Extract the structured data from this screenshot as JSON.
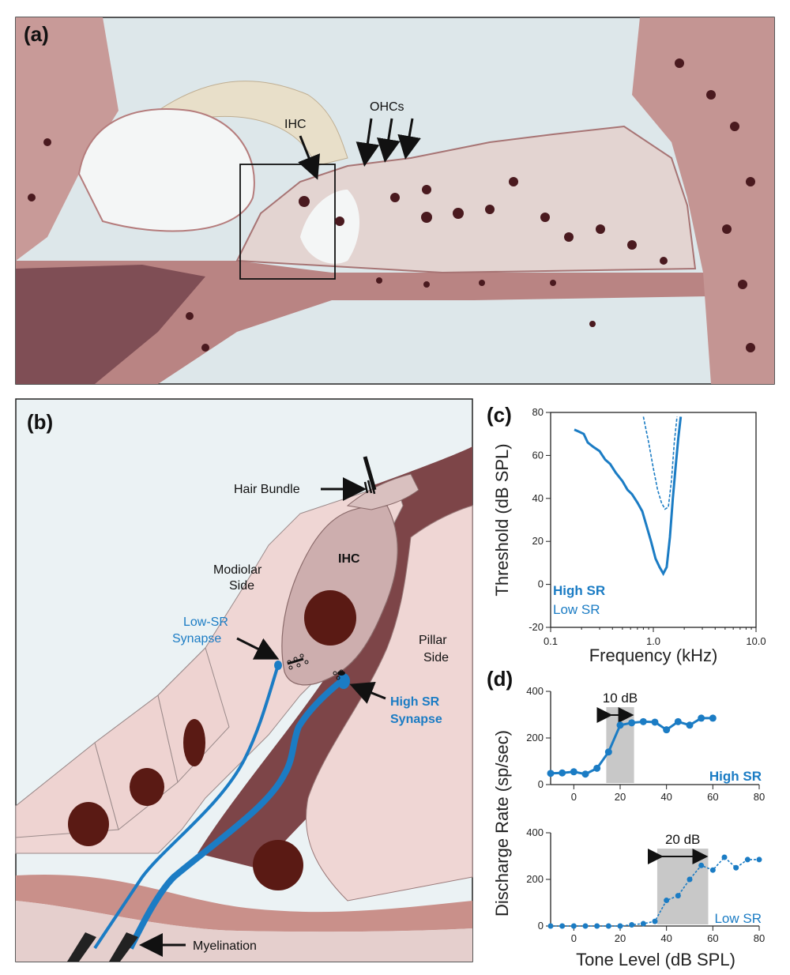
{
  "panel_a": {
    "label": "(a)",
    "ihc_label": "IHC",
    "ohc_label": "OHCs"
  },
  "panel_b": {
    "label": "(b)",
    "hair_bundle": "Hair Bundle",
    "ihc": "IHC",
    "modiolar_side": [
      "Modiolar",
      "Side"
    ],
    "pillar_side": [
      "Pillar",
      "Side"
    ],
    "low_sr_synapse": [
      "Low-SR",
      "Synapse"
    ],
    "high_sr_synapse": [
      "High SR",
      "Synapse"
    ],
    "myelination": "Myelination",
    "colors": {
      "fiber": "#1b7cc4",
      "nucleus": "#5a1a14",
      "pillar": "#7d4548",
      "cell": "#efd6d4",
      "ihc": "#cdaeae"
    }
  },
  "chart_data": [
    {
      "panel": "(c)",
      "type": "line",
      "xscale": "log",
      "xlim": [
        0.1,
        10.0
      ],
      "ylim": [
        -20,
        80
      ],
      "xticks": [
        "0.1",
        "1.0",
        "10.0"
      ],
      "yticks": [
        "-20",
        "0",
        "20",
        "40",
        "60",
        "80"
      ],
      "xlabel": "Frequency (kHz)",
      "ylabel": "Threshold (dB SPL)",
      "series": [
        {
          "name": "High SR",
          "style": "solid",
          "color": "#1b7cc4",
          "x": [
            0.17,
            0.19,
            0.21,
            0.23,
            0.26,
            0.3,
            0.34,
            0.38,
            0.43,
            0.5,
            0.56,
            0.62,
            0.7,
            0.78,
            0.85,
            0.95,
            1.05,
            1.15,
            1.25,
            1.35,
            1.45,
            1.55,
            1.65,
            1.75,
            1.85
          ],
          "y": [
            72,
            71,
            70,
            66,
            64,
            62,
            58,
            56,
            52,
            48,
            44,
            42,
            38,
            34,
            28,
            20,
            12,
            8,
            5,
            8,
            22,
            40,
            55,
            68,
            78
          ]
        },
        {
          "name": "Low SR",
          "style": "dashed",
          "color": "#1b7cc4",
          "x": [
            0.8,
            0.9,
            1.0,
            1.1,
            1.2,
            1.3,
            1.4,
            1.5,
            1.6,
            1.7
          ],
          "y": [
            78,
            66,
            54,
            44,
            38,
            35,
            36,
            48,
            66,
            78
          ]
        }
      ]
    },
    {
      "panel": "(d)",
      "type": "line",
      "xlim": [
        -10,
        80
      ],
      "ylim": [
        0,
        400
      ],
      "xticks": [
        "0",
        "20",
        "40",
        "60",
        "80"
      ],
      "yticks": [
        "0",
        "200",
        "400"
      ],
      "ylabel": "Discharge Rate (sp/sec)",
      "series": [
        {
          "name": "High SR",
          "style": "solid",
          "x": [
            -10,
            -5,
            0,
            5,
            10,
            15,
            20,
            25,
            30,
            35,
            40,
            45,
            50,
            55,
            60
          ],
          "y": [
            48,
            50,
            55,
            45,
            70,
            140,
            255,
            265,
            270,
            268,
            235,
            270,
            255,
            285,
            285
          ]
        }
      ],
      "range_band": {
        "x": [
          14,
          26
        ],
        "label": "10 dB"
      }
    },
    {
      "panel": "(d)",
      "type": "line",
      "xlim": [
        -10,
        80
      ],
      "ylim": [
        0,
        400
      ],
      "xticks": [
        "0",
        "20",
        "40",
        "60",
        "80"
      ],
      "yticks": [
        "0",
        "200",
        "400"
      ],
      "xlabel": "Tone Level (dB SPL)",
      "series": [
        {
          "name": "Low SR",
          "style": "dashed",
          "x": [
            -10,
            -5,
            0,
            5,
            10,
            15,
            20,
            25,
            30,
            35,
            40,
            45,
            50,
            55,
            60,
            65,
            70,
            75,
            80
          ],
          "y": [
            0,
            0,
            0,
            0,
            0,
            0,
            0,
            5,
            10,
            20,
            110,
            130,
            200,
            260,
            240,
            295,
            250,
            285,
            285
          ]
        }
      ],
      "range_band": {
        "x": [
          36,
          58
        ],
        "label": "20 dB"
      }
    }
  ],
  "panel_d_label": "(d)",
  "panel_c_label": "(c)"
}
